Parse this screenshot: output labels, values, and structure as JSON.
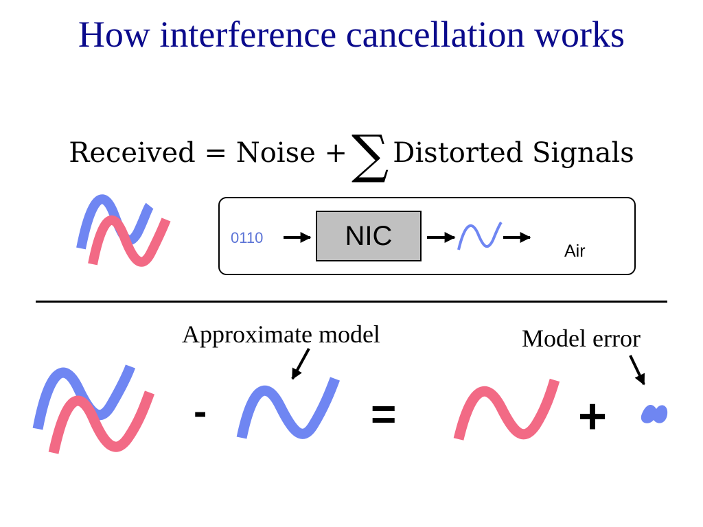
{
  "title": "How interference cancellation works",
  "equation": {
    "lhs": "Received",
    "equals": "=",
    "noise": "Noise",
    "plus": "+",
    "sum_symbol": "∑",
    "rhs": "Distorted Signals"
  },
  "pipeline": {
    "bits": "0110",
    "nic_label": "NIC",
    "air_label": "Air"
  },
  "bottom": {
    "approx_label": "Approximate model",
    "error_label": "Model error",
    "minus": "-",
    "equals": "=",
    "plus": "+"
  },
  "colors": {
    "title": "#0a0a8c",
    "blue_wave": "#6f86f2",
    "red_wave": "#f26a85",
    "nic_fill": "#c0c0c0"
  }
}
